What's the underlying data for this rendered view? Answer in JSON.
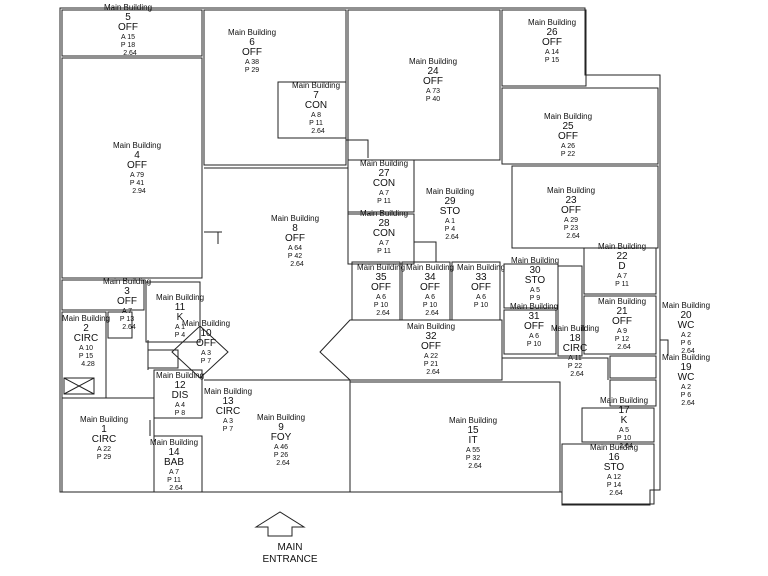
{
  "building": "Main Building",
  "entrance": {
    "line1": "MAIN",
    "line2": "ENTRANCE"
  },
  "rooms": [
    {
      "id": "5",
      "type": "OFF",
      "a": "15",
      "p": "18",
      "h": "2.64"
    },
    {
      "id": "6",
      "type": "OFF",
      "a": "38",
      "p": "29",
      "h": ""
    },
    {
      "id": "7",
      "type": "CON",
      "a": "8",
      "p": "11",
      "h": "2.64"
    },
    {
      "id": "24",
      "type": "OFF",
      "a": "73",
      "p": "40",
      "h": ""
    },
    {
      "id": "26",
      "type": "OFF",
      "a": "14",
      "p": "15",
      "h": ""
    },
    {
      "id": "25",
      "type": "OFF",
      "a": "26",
      "p": "22",
      "h": ""
    },
    {
      "id": "4",
      "type": "OFF",
      "a": "79",
      "p": "41",
      "h": "2.94"
    },
    {
      "id": "27",
      "type": "CON",
      "a": "7",
      "p": "11",
      "h": ""
    },
    {
      "id": "29",
      "type": "STO",
      "a": "1",
      "p": "4",
      "h": "2.64"
    },
    {
      "id": "23",
      "type": "OFF",
      "a": "29",
      "p": "23",
      "h": "2.64"
    },
    {
      "id": "8",
      "type": "OFF",
      "a": "64",
      "p": "42",
      "h": "2.64"
    },
    {
      "id": "28",
      "type": "CON",
      "a": "7",
      "p": "11",
      "h": ""
    },
    {
      "id": "22",
      "type": "D",
      "a": "7",
      "p": "11",
      "h": ""
    },
    {
      "id": "3",
      "type": "OFF",
      "a": "7",
      "p": "13",
      "h": "2.64"
    },
    {
      "id": "35",
      "type": "OFF",
      "a": "6",
      "p": "10",
      "h": "2.64"
    },
    {
      "id": "34",
      "type": "OFF",
      "a": "6",
      "p": "10",
      "h": "2.64"
    },
    {
      "id": "33",
      "type": "OFF",
      "a": "6",
      "p": "10",
      "h": ""
    },
    {
      "id": "30",
      "type": "STO",
      "a": "5",
      "p": "9",
      "h": ""
    },
    {
      "id": "21",
      "type": "OFF",
      "a": "9",
      "p": "12",
      "h": "2.64"
    },
    {
      "id": "11",
      "type": "K",
      "a": "1",
      "p": "4",
      "h": ""
    },
    {
      "id": "2",
      "type": "CIRC",
      "a": "10",
      "p": "15",
      "h": "4.28"
    },
    {
      "id": "10",
      "type": "OFF",
      "a": "3",
      "p": "7",
      "h": ""
    },
    {
      "id": "31",
      "type": "OFF",
      "a": "6",
      "p": "10",
      "h": ""
    },
    {
      "id": "32",
      "type": "OFF",
      "a": "22",
      "p": "21",
      "h": "2.64"
    },
    {
      "id": "18",
      "type": "CIRC",
      "a": "11",
      "p": "22",
      "h": "2.64"
    },
    {
      "id": "20",
      "type": "WC",
      "a": "2",
      "p": "6",
      "h": "2.64"
    },
    {
      "id": "19",
      "type": "WC",
      "a": "2",
      "p": "6",
      "h": "2.64"
    },
    {
      "id": "12",
      "type": "DIS",
      "a": "4",
      "p": "8",
      "h": ""
    },
    {
      "id": "13",
      "type": "CIRC",
      "a": "3",
      "p": "7",
      "h": ""
    },
    {
      "id": "9",
      "type": "FOY",
      "a": "46",
      "p": "26",
      "h": "2.64"
    },
    {
      "id": "1",
      "type": "CIRC",
      "a": "22",
      "p": "29",
      "h": ""
    },
    {
      "id": "15",
      "type": "IT",
      "a": "55",
      "p": "32",
      "h": "2.64"
    },
    {
      "id": "17",
      "type": "K",
      "a": "5",
      "p": "10",
      "h": "2.64"
    },
    {
      "id": "14",
      "type": "BAB",
      "a": "7",
      "p": "11",
      "h": "2.64"
    },
    {
      "id": "16",
      "type": "STO",
      "a": "12",
      "p": "14",
      "h": "2.64"
    }
  ]
}
